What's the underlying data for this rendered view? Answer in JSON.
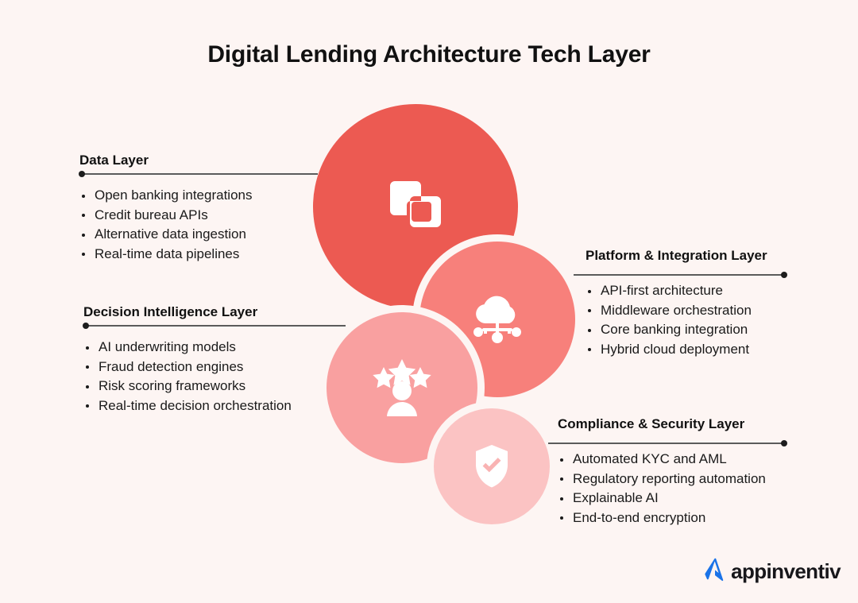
{
  "header": {
    "title": "Digital Lending Architecture Tech Layer"
  },
  "colors": {
    "background": "#fdf5f3",
    "layer_data": "#ec5a52",
    "layer_platform": "#f7807b",
    "layer_decision": "#f9a0a0",
    "layer_compliance": "#fbc3c3",
    "connector": "#5b5b5b",
    "text": "#111111",
    "logo_mark": "#1a73e8"
  },
  "layers": [
    {
      "id": "data",
      "title": "Data Layer",
      "side": "left",
      "icon": "overlapping-squares-icon",
      "color": "#ec5a52",
      "items": [
        "Open banking integrations",
        "Credit bureau APIs",
        "Alternative data ingestion",
        "Real-time data pipelines"
      ]
    },
    {
      "id": "decision",
      "title": "Decision Intelligence Layer",
      "side": "left",
      "icon": "user-rating-stars-icon",
      "color": "#f9a0a0",
      "items": [
        "AI underwriting models",
        "Fraud detection engines",
        "Risk scoring frameworks",
        "Real-time decision orchestration"
      ]
    },
    {
      "id": "platform",
      "title": "Platform & Integration Layer",
      "side": "right",
      "icon": "cloud-network-icon",
      "color": "#f7807b",
      "items": [
        "API-first architecture",
        "Middleware orchestration",
        "Core banking integration",
        "Hybrid cloud deployment"
      ]
    },
    {
      "id": "compliance",
      "title": "Compliance & Security Layer",
      "side": "right",
      "icon": "shield-check-icon",
      "color": "#fbc3c3",
      "items": [
        "Automated KYC and AML",
        "Regulatory reporting automation",
        "Explainable AI",
        "End-to-end encryption"
      ]
    }
  ],
  "logo": {
    "name": "appinventiv",
    "mark": "appinventiv-arrow-logo"
  }
}
